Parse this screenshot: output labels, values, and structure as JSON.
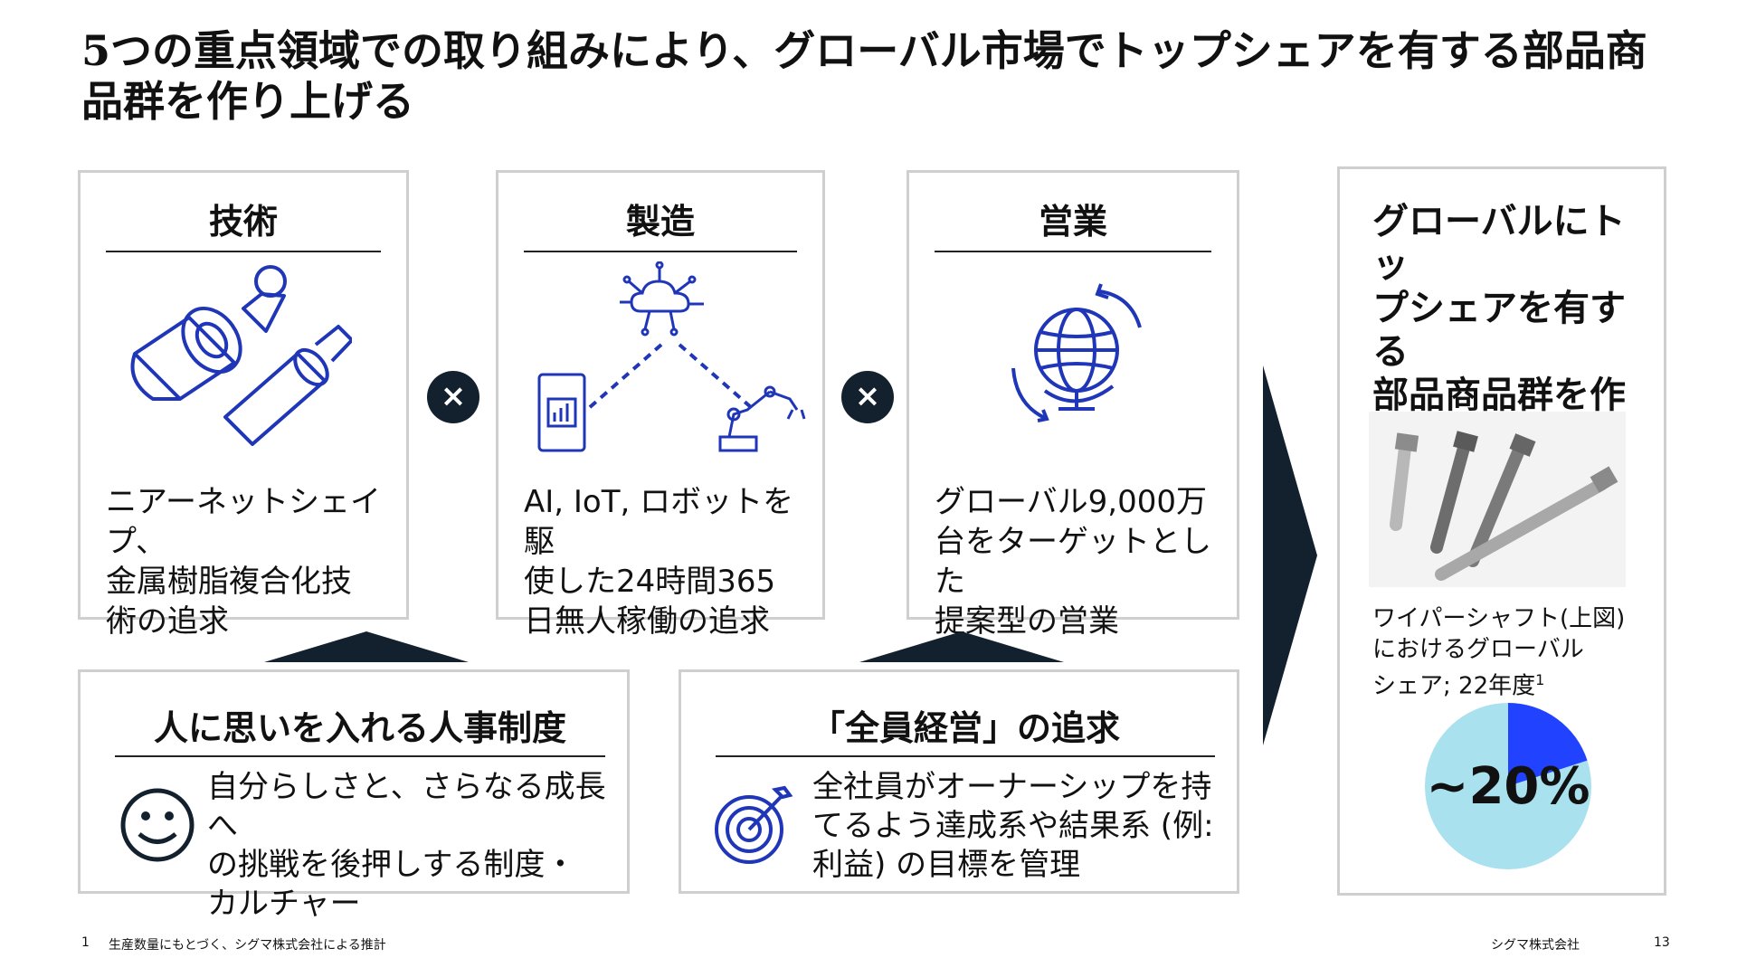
{
  "slide": {
    "title": "5つの重点領域での取り組みにより、グローバル市場でトップシェアを有する部品商\n品群を作り上げる"
  },
  "cards": [
    {
      "heading": "技術",
      "body": "ニアーネットシェイプ、\n金属樹脂複合化技\n術の追求"
    },
    {
      "heading": "製造",
      "body": "AI, IoT, ロボットを駆\n使した24時間365\n日無人稼働の追求"
    },
    {
      "heading": "営業",
      "body": "グローバル9,000万\n台をターゲットとした\n提案型の営業"
    }
  ],
  "times_symbol": "×",
  "bottom": [
    {
      "heading": "人に思いを入れる人事制度",
      "body": "自分らしさと、さらなる成長へ\nの挑戦を後押しする制度・\nカルチャー"
    },
    {
      "heading": "「全員経営」の追求",
      "body": "全社員がオーナーシップを持\nてるよう達成系や結果系 (例:\n利益) の目標を管理"
    }
  ],
  "result": {
    "title": "グローバルにトッ\nプシェアを有する\n部品商品群を作り\n上げる",
    "caption_main": "ワイパーシャフト(上図)\nにおけるグローバル\nシェア; 22年度",
    "caption_sup": "1",
    "share_label": "~20%",
    "share_fraction": 0.2
  },
  "footer": {
    "note_number": "1",
    "note_text": "生産数量にもとづく、シグマ株式会社による推計",
    "company": "シグマ株式会社",
    "page": "13"
  },
  "colors": {
    "icon_blue": "#1f36b8",
    "navy": "#13212f",
    "pie_light": "#a9e1ef",
    "pie_accent": "#2143ff",
    "border": "#cfcfcf"
  },
  "icons": [
    "cylinder-parts-icon",
    "cloud-network-icon",
    "tablet-chart-icon",
    "robot-arm-icon",
    "globe-rotate-icon",
    "smiley-icon",
    "target-arrow-icon",
    "bolts-photo"
  ]
}
